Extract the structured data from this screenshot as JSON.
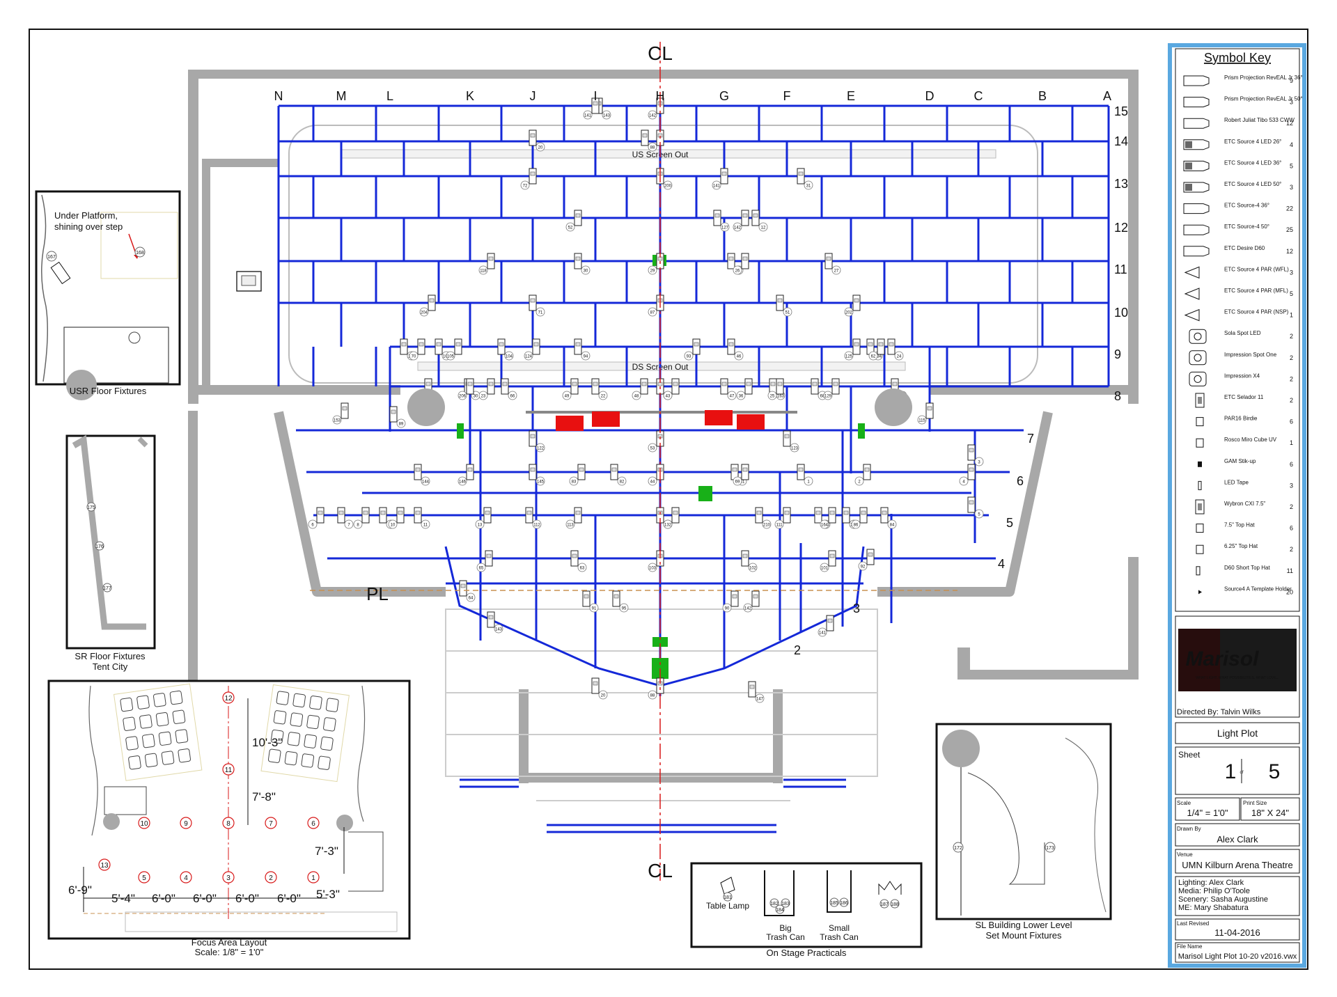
{
  "plot": {
    "centerline_label": "CL",
    "plaster_line_label": "PL",
    "column_letters": [
      "N",
      "M",
      "L",
      "K",
      "J",
      "I",
      "H",
      "G",
      "F",
      "E",
      "D",
      "C",
      "B",
      "A"
    ],
    "row_numbers": [
      "15",
      "14",
      "13",
      "12",
      "11",
      "10",
      "9",
      "8"
    ],
    "electrics": [
      "7",
      "6",
      "5",
      "4",
      "3",
      "2"
    ],
    "us_screen": "US Screen Out",
    "ds_screen": "DS Screen Out",
    "unit_samples": [
      "142",
      "143",
      "141",
      "147",
      "88",
      "20",
      "72",
      "200",
      "141",
      "31",
      "52",
      "127",
      "142",
      "12",
      "118",
      "30",
      "29",
      "28",
      "26",
      "27",
      "204",
      "71",
      "87",
      "51",
      "202",
      "133",
      "70",
      "106",
      "105",
      "104",
      "124",
      "94",
      "93",
      "46",
      "125",
      "134",
      "62",
      "24",
      "67",
      "30",
      "23",
      "66",
      "49",
      "22",
      "48",
      "21",
      "43",
      "47",
      "36",
      "163",
      "25",
      "68",
      "129",
      "33",
      "153",
      "89",
      "206",
      "122",
      "53",
      "123",
      "115",
      "144",
      "146",
      "145",
      "83",
      "82",
      "44",
      "41",
      "69",
      "1",
      "2",
      "3",
      "4",
      "5",
      "6",
      "7",
      "8",
      "9",
      "10",
      "11",
      "13",
      "112",
      "113",
      "131",
      "132",
      "210",
      "111",
      "208",
      "164",
      "165",
      "86",
      "84",
      "65",
      "63",
      "103",
      "102",
      "101",
      "64",
      "92",
      "91",
      "90",
      "95"
    ]
  },
  "usr_inset": {
    "title": "USR Floor Fixtures",
    "note_line1": "Under Platform,",
    "note_line2": "shining over step",
    "units": [
      "167",
      "168"
    ]
  },
  "sr_inset": {
    "title_line1": "SR Floor Fixtures",
    "title_line2": "Tent City",
    "units": [
      "175",
      "176",
      "177"
    ]
  },
  "focus_inset": {
    "title": "Focus Area Layout",
    "scale": "Scale: 1/8\" = 1'0\"",
    "dims": [
      "10'-3\"",
      "7'-8\"",
      "7'-3\"",
      "6'-9\"",
      "5'-4\"",
      "6'-0\"",
      "6'-0\"",
      "6'-0\"",
      "6'-0\"",
      "5'-3\""
    ],
    "areas": [
      "12",
      "11",
      "10",
      "9",
      "8",
      "7",
      "6",
      "13",
      "5",
      "4",
      "3",
      "2",
      "1"
    ]
  },
  "practicals": {
    "title": "On Stage Practicals",
    "table_lamp": "Table Lamp",
    "big_trash_1": "Big",
    "big_trash_2": "Trash Can",
    "small_trash_1": "Small",
    "small_trash_2": "Trash Can",
    "units": [
      "181",
      "182",
      "183",
      "184",
      "185",
      "186",
      "187",
      "188"
    ]
  },
  "sl_inset": {
    "title_line1": "SL Building Lower Level",
    "title_line2": "Set Mount Fixtures",
    "units": [
      "172",
      "173"
    ]
  },
  "symbol_key": {
    "title": "Symbol Key",
    "items": [
      {
        "name": "Prism Projection RevEAL Jr 36°",
        "count": "9",
        "icon": "ellipsoidal-icon"
      },
      {
        "name": "Prism Projection RevEAL Jr 50°",
        "count": "3",
        "icon": "ellipsoidal-icon"
      },
      {
        "name": "Robert Juliat Tibo 533 CWW",
        "count": "12",
        "icon": "profile-icon"
      },
      {
        "name": "ETC Source 4 LED 26°",
        "count": "4",
        "icon": "led-icon"
      },
      {
        "name": "ETC Source 4 LED 36°",
        "count": "5",
        "icon": "led-icon"
      },
      {
        "name": "ETC Source 4 LED 50°",
        "count": "3",
        "icon": "led-icon"
      },
      {
        "name": "ETC Source-4 36°",
        "count": "22",
        "icon": "source4-icon"
      },
      {
        "name": "ETC Source-4 50°",
        "count": "25",
        "icon": "source4-icon"
      },
      {
        "name": "ETC Desire D60",
        "count": "12",
        "icon": "desire-icon"
      },
      {
        "name": "ETC Source 4 PAR (WFL)",
        "count": "3",
        "icon": "par-icon"
      },
      {
        "name": "ETC Source 4 PAR (MFL)",
        "count": "5",
        "icon": "par-icon"
      },
      {
        "name": "ETC Source 4 PAR (NSP)",
        "count": "1",
        "icon": "par-icon"
      },
      {
        "name": "Sola Spot LED",
        "count": "2",
        "icon": "spot-icon"
      },
      {
        "name": "Impression Spot One",
        "count": "2",
        "icon": "mover-icon"
      },
      {
        "name": "Impression X4",
        "count": "2",
        "icon": "wash-icon"
      },
      {
        "name": "ETC Selador 11",
        "count": "2",
        "icon": "strip-icon"
      },
      {
        "name": "PAR16 Birdie",
        "count": "6",
        "icon": "birdie-icon"
      },
      {
        "name": "Rosco Miro Cube UV",
        "count": "1",
        "icon": "cube-icon"
      },
      {
        "name": "GAM Stik-up",
        "count": "6",
        "icon": "stikup-icon"
      },
      {
        "name": "LED Tape",
        "count": "3",
        "icon": "tape-icon"
      },
      {
        "name": "Wybron CXI 7.5\"",
        "count": "2",
        "icon": "scroller-icon"
      },
      {
        "name": "7.5\" Top Hat",
        "count": "6",
        "icon": "tophat-icon"
      },
      {
        "name": "6.25\" Top Hat",
        "count": "2",
        "icon": "tophat-icon"
      },
      {
        "name": "D60 Short Top Hat",
        "count": "11",
        "icon": "shorthat-icon"
      },
      {
        "name": "Source4 A Template Holder",
        "count": "20",
        "icon": "template-icon"
      }
    ]
  },
  "title_block": {
    "logo_text": "Marisol",
    "logo_tagline": "WHAT LIGHT. WHAT POSSIBILITIES. WHAT LOVE...",
    "directed_by": "Directed By: Talvin Wilks",
    "drawing": "Light Plot",
    "sheet_label": "Sheet",
    "sheet_num": "1",
    "sheet_of": "of",
    "sheet_total": "5",
    "scale_label": "Scale",
    "scale_value": "1/4\" = 1'0\"",
    "print_label": "Print Size",
    "print_value": "18\" X 24\"",
    "drawn_label": "Drawn By",
    "drawn_value": "Alex Clark",
    "venue_label": "Venue",
    "venue_value": "UMN Kilburn Arena Theatre",
    "credits": [
      "Lighting: Alex Clark",
      "Media: Philip O'Toole",
      "Scenery: Sasha Augustine",
      "ME: Mary Shabatura"
    ],
    "revised_label": "Last Revised",
    "revised_value": "11-04-2016",
    "file_label": "File Name",
    "file_value": "Marisol Light Plot 10-20 v2016.vwx"
  },
  "colors": {
    "pipe": "#1428d8",
    "wall": "#a8a8a8",
    "centerline": "#d81818",
    "key_border": "#5aa8e0",
    "block_red": "#e81010",
    "block_green": "#18b018",
    "plaster": "#c89050"
  }
}
